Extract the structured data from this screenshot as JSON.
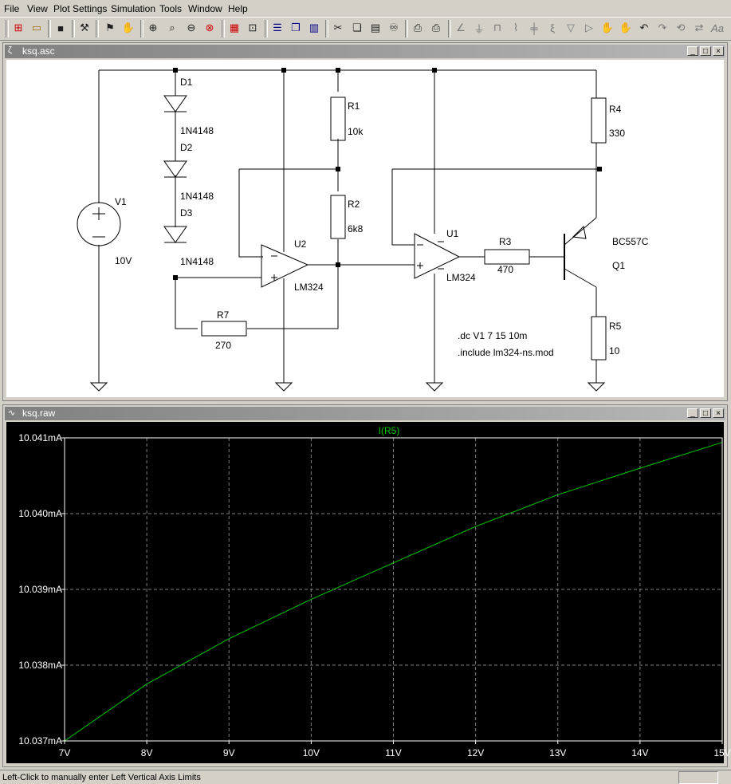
{
  "menu": [
    "File",
    "View",
    "Plot Settings",
    "Simulation",
    "Tools",
    "Window",
    "Help"
  ],
  "toolbar_icons": [
    "new-schematic-icon",
    "open-icon",
    "save-icon",
    "control-panel-icon",
    "run-icon",
    "pan-icon",
    "zoom-in-icon",
    "zoom-area-icon",
    "zoom-out-icon",
    "zoom-cancel-icon",
    "autorange-icon",
    "zoom-fit-icon",
    "tile-horizontal-icon",
    "cascade-icon",
    "tile-vertical-icon",
    "cut-icon",
    "copy-icon",
    "paste-icon",
    "find-icon",
    "print-setup-icon",
    "print-icon",
    "wire-icon",
    "ground-icon",
    "label-icon",
    "resistor-icon",
    "capacitor-icon",
    "diode-icon",
    "component-icon",
    "move-icon",
    "drag-icon",
    "undo-icon",
    "redo-icon",
    "rotate-icon",
    "mirror-icon",
    "text-icon"
  ],
  "schematic": {
    "title": "ksq.asc",
    "components": {
      "D1": "D1",
      "D1_model": "1N4148",
      "D2": "D2",
      "D2_model": "1N4148",
      "D3": "D3",
      "D3_model": "1N4148",
      "V1": "V1",
      "V1_value": "10V",
      "R1": "R1",
      "R1_value": "10k",
      "R2": "R2",
      "R2_value": "6k8",
      "R3": "R3",
      "R3_value": "470",
      "R4": "R4",
      "R4_value": "330",
      "R5": "R5",
      "R5_value": "10",
      "R7": "R7",
      "R7_value": "270",
      "U1": "U1",
      "U1_model": "LM324",
      "U2": "U2",
      "U2_model": "LM324",
      "Q1": "Q1",
      "Q1_model": "BC557C"
    },
    "directives": [
      ".dc V1 7 15 10m",
      ".include lm324-ns.mod"
    ]
  },
  "waveform": {
    "title": "ksq.raw"
  },
  "chart_data": {
    "type": "line",
    "title": "",
    "series": [
      {
        "name": "I(R5)",
        "color": "#00c800",
        "x": [
          7,
          8,
          9,
          10,
          11,
          12,
          13,
          14,
          15
        ],
        "y": [
          10.037,
          10.03775,
          10.03835,
          10.03887,
          10.03935,
          10.03983,
          10.04025,
          10.0406,
          10.04094
        ]
      }
    ],
    "xlim": [
      7,
      15
    ],
    "ylim": [
      10.037,
      10.041
    ],
    "x_ticks": [
      "7V",
      "8V",
      "9V",
      "10V",
      "11V",
      "12V",
      "13V",
      "14V",
      "15V"
    ],
    "y_ticks": [
      "10.037mA",
      "10.038mA",
      "10.039mA",
      "10.040mA",
      "10.041mA"
    ],
    "xlabel": "",
    "ylabel": "",
    "grid": true,
    "colors": {
      "background": "#000000",
      "grid": "#808080",
      "axis_text": "#ffffff"
    }
  },
  "status": {
    "text": "Left-Click to manually enter Left Vertical Axis Limits"
  }
}
